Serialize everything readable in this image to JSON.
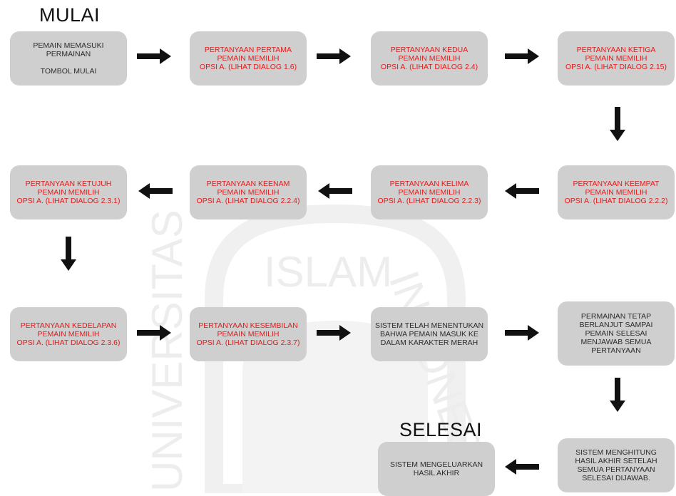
{
  "headings": {
    "start": "MULAI",
    "end": "SELESAI"
  },
  "watermark": {
    "word": "ISLAM",
    "left_word": "UNIVERSITAS",
    "right_word": "INDONESIA"
  },
  "steps": [
    {
      "lines": [
        "PEMAIN MEMASUKI",
        "PERMAINAN",
        "",
        "TOMBOL MULAI"
      ]
    },
    {
      "lines": [
        "PERTANYAAN PERTAMA",
        "PEMAIN MEMILIH",
        "OPSI A. (LIHAT DIALOG 1.6)"
      ]
    },
    {
      "lines": [
        "PERTANYAAN KEDUA",
        "PEMAIN MEMILIH",
        "OPSI A. (LIHAT DIALOG 2.4)"
      ]
    },
    {
      "lines": [
        "PERTANYAAN KETIGA",
        "PEMAIN MEMILIH",
        "OPSI A. (LIHAT DIALOG 2.15)"
      ]
    },
    {
      "lines": [
        "PERTANYAAN KEEMPAT",
        "PEMAIN MEMILIH",
        "OPSI A. (LIHAT DIALOG 2.2.2)"
      ]
    },
    {
      "lines": [
        "PERTANYAAN  KELIMA",
        "PEMAIN MEMILIH",
        "OPSI A. (LIHAT DIALOG 2.2.3)"
      ]
    },
    {
      "lines": [
        "PERTANYAAN KEENAM",
        "PEMAIN MEMILIH",
        "OPSI A. (LIHAT DIALOG 2.2.4)"
      ]
    },
    {
      "lines": [
        "PERTANYAAN KETUJUH",
        "PEMAIN MEMILIH",
        "OPSI A. (LIHAT DIALOG 2.3.1)"
      ]
    },
    {
      "lines": [
        "PERTANYAAN KEDELAPAN",
        "PEMAIN MEMILIH",
        "OPSI A. (LIHAT DIALOG 2.3.6)"
      ]
    },
    {
      "lines": [
        "PERTANYAAN KESEMBILAN",
        "PEMAIN MEMILIH",
        "OPSI A. (LIHAT DIALOG 2.3.7)"
      ]
    },
    {
      "lines": [
        "SISTEM TELAH MENENTUKAN",
        "BAHWA PEMAIN MASUK KE",
        "DALAM KARAKTER MERAH"
      ]
    },
    {
      "lines": [
        "PERMAINAN TETAP",
        "BERLANJUT SAMPAI",
        "PEMAIN SELESAI",
        "MENJAWAB SEMUA",
        "PERTANYAAN"
      ]
    },
    {
      "lines": [
        "SISTEM MENGHITUNG",
        "HASIL AKHIR SETELAH",
        "SEMUA PERTANYAAN",
        "SELESAI DIJAWAB."
      ]
    },
    {
      "lines": [
        "SISTEM MENGELUARKAN",
        "HASIL AKHIR"
      ]
    }
  ]
}
